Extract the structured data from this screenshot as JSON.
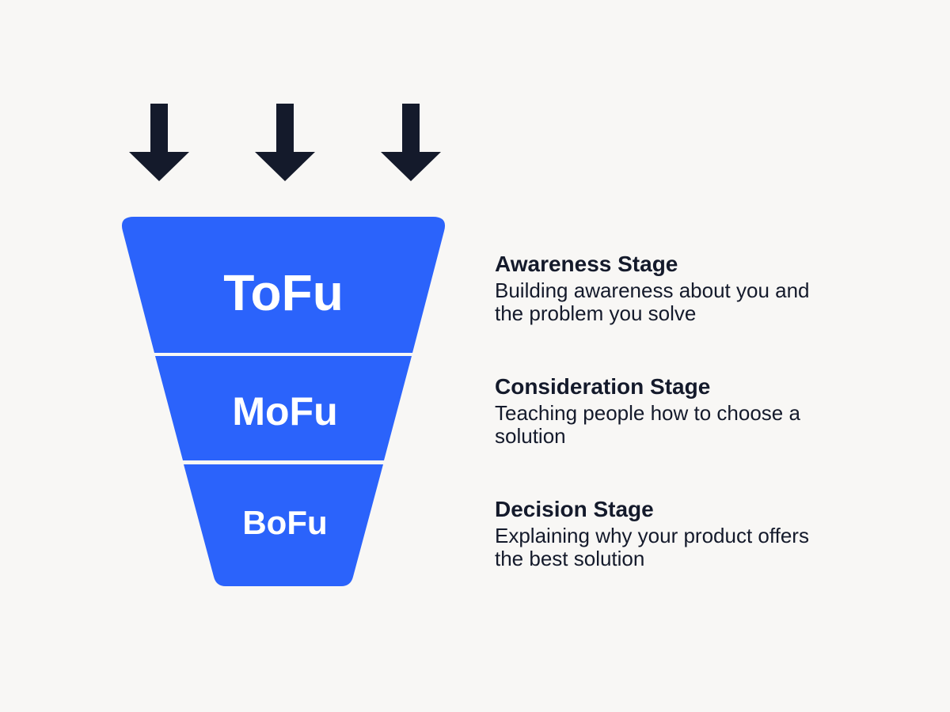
{
  "colors": {
    "background": "#f8f7f5",
    "funnel": "#2b63fb",
    "arrow": "#141a2b",
    "text": "#141a2b",
    "funnel_text": "#ffffff"
  },
  "icons": [
    "arrow-down-icon",
    "arrow-down-icon",
    "arrow-down-icon"
  ],
  "funnel": {
    "tiers": [
      {
        "label": "ToFu"
      },
      {
        "label": "MoFu"
      },
      {
        "label": "BoFu"
      }
    ]
  },
  "stages": [
    {
      "title": "Awareness Stage",
      "description": "Building awareness about you and the problem you solve"
    },
    {
      "title": "Consideration Stage",
      "description": "Teaching people how to choose a solution"
    },
    {
      "title": "Decision Stage",
      "description": "Explaining why your product offers the best solution"
    }
  ]
}
